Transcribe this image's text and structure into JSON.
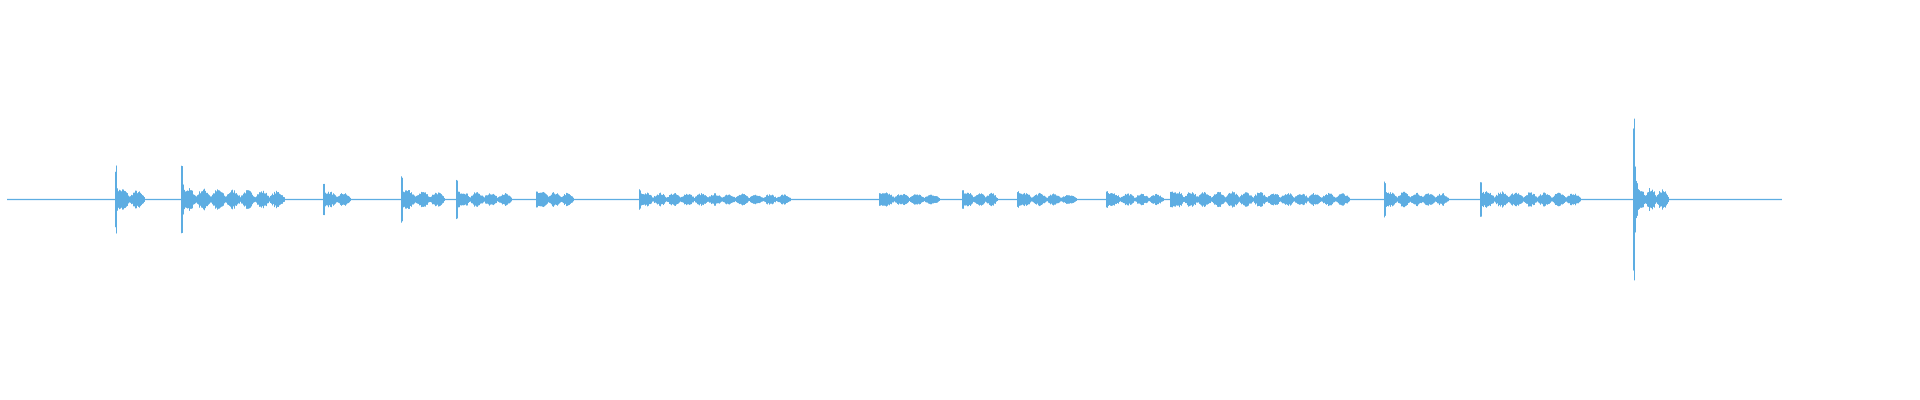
{
  "chart_data": {
    "type": "waveform",
    "title": "",
    "xlabel": "",
    "ylabel": "",
    "axes_visible": false,
    "grid": false,
    "color": "#5dade2",
    "time_range": [
      0,
      1
    ],
    "amplitude_range": [
      -1,
      1
    ],
    "bursts": [
      {
        "start": 0.061,
        "end": 0.077,
        "peak": 0.17,
        "level": 0.05
      },
      {
        "start": 0.098,
        "end": 0.156,
        "peak": 0.19,
        "level": 0.05
      },
      {
        "start": 0.178,
        "end": 0.193,
        "peak": 0.08,
        "level": 0.037
      },
      {
        "start": 0.222,
        "end": 0.246,
        "peak": 0.12,
        "level": 0.043
      },
      {
        "start": 0.253,
        "end": 0.284,
        "peak": 0.1,
        "level": 0.037
      },
      {
        "start": 0.298,
        "end": 0.319,
        "peak": 0.04,
        "level": 0.037
      },
      {
        "start": 0.356,
        "end": 0.441,
        "peak": 0.05,
        "level": 0.03
      },
      {
        "start": 0.491,
        "end": 0.525,
        "peak": 0.03,
        "level": 0.03
      },
      {
        "start": 0.538,
        "end": 0.558,
        "peak": 0.05,
        "level": 0.037
      },
      {
        "start": 0.569,
        "end": 0.602,
        "peak": 0.04,
        "level": 0.03
      },
      {
        "start": 0.619,
        "end": 0.651,
        "peak": 0.04,
        "level": 0.03
      },
      {
        "start": 0.655,
        "end": 0.756,
        "peak": 0.04,
        "level": 0.037
      },
      {
        "start": 0.776,
        "end": 0.812,
        "peak": 0.09,
        "level": 0.037
      },
      {
        "start": 0.83,
        "end": 0.886,
        "peak": 0.09,
        "level": 0.037
      },
      {
        "start": 0.916,
        "end": 0.936,
        "peak": 0.43,
        "level": 0.06
      }
    ]
  }
}
